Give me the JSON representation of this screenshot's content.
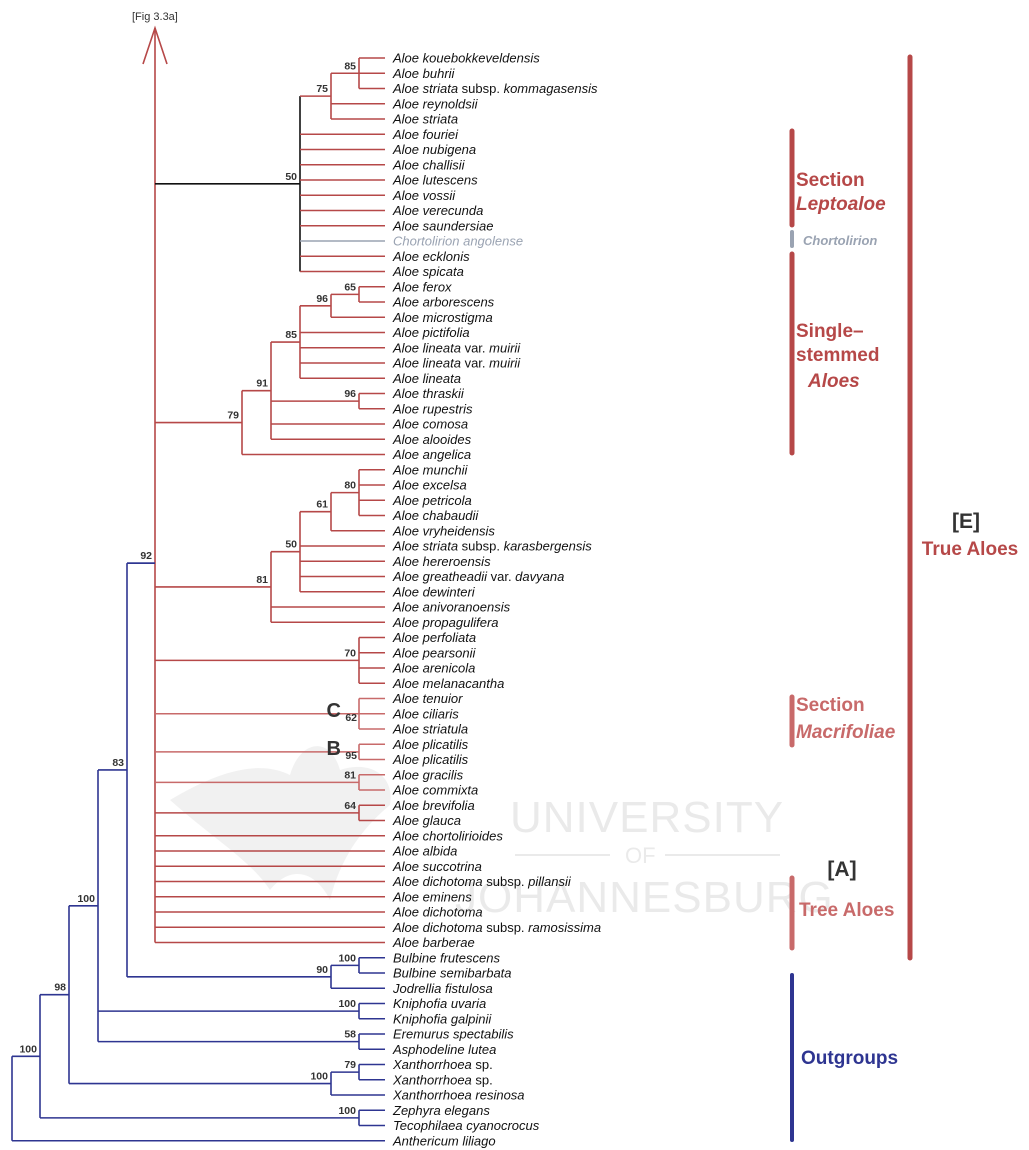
{
  "figure_ref": "[Fig 3.3a]",
  "watermark": {
    "line1": "UNIVERSITY",
    "line2": "OF",
    "line3": "JOHANNESBURG"
  },
  "colors": {
    "aloe": "#b64848",
    "aloe_light": "#c86a6a",
    "outgroup": "#2e3591",
    "chortolirion": "#9aa3b2",
    "clade_50": "#111111",
    "label_gray": "#333333"
  },
  "taxa": [
    {
      "genus": "Aloe",
      "species": "kouebokkeveldensis"
    },
    {
      "genus": "Aloe",
      "species": "buhrii"
    },
    {
      "genus": "Aloe",
      "species": "striata",
      "rank": "subsp.",
      "infra": "kommagasensis"
    },
    {
      "genus": "Aloe",
      "species": "reynoldsii"
    },
    {
      "genus": "Aloe",
      "species": "striata"
    },
    {
      "genus": "Aloe",
      "species": "fouriei"
    },
    {
      "genus": "Aloe",
      "species": "nubigena"
    },
    {
      "genus": "Aloe",
      "species": "challisii"
    },
    {
      "genus": "Aloe",
      "species": "lutescens"
    },
    {
      "genus": "Aloe",
      "species": "vossii"
    },
    {
      "genus": "Aloe",
      "species": "verecunda"
    },
    {
      "genus": "Aloe",
      "species": "saundersiae"
    },
    {
      "genus": "Chortolirion",
      "species": "angolense"
    },
    {
      "genus": "Aloe",
      "species": "ecklonis"
    },
    {
      "genus": "Aloe",
      "species": "spicata"
    },
    {
      "genus": "Aloe",
      "species": "ferox"
    },
    {
      "genus": "Aloe",
      "species": "arborescens"
    },
    {
      "genus": "Aloe",
      "species": "microstigma"
    },
    {
      "genus": "Aloe",
      "species": "pictifolia"
    },
    {
      "genus": "Aloe",
      "species": "lineata",
      "rank": "var.",
      "infra": "muirii"
    },
    {
      "genus": "Aloe",
      "species": "lineata",
      "rank": "var.",
      "infra": "muirii"
    },
    {
      "genus": "Aloe",
      "species": "lineata"
    },
    {
      "genus": "Aloe",
      "species": "thraskii"
    },
    {
      "genus": "Aloe",
      "species": "rupestris"
    },
    {
      "genus": "Aloe",
      "species": "comosa"
    },
    {
      "genus": "Aloe",
      "species": "alooides"
    },
    {
      "genus": "Aloe",
      "species": "angelica"
    },
    {
      "genus": "Aloe",
      "species": "munchii"
    },
    {
      "genus": "Aloe",
      "species": "excelsa"
    },
    {
      "genus": "Aloe",
      "species": "petricola"
    },
    {
      "genus": "Aloe",
      "species": "chabaudii"
    },
    {
      "genus": "Aloe",
      "species": "vryheidensis"
    },
    {
      "genus": "Aloe",
      "species": "striata",
      "rank": "subsp.",
      "infra": "karasbergensis"
    },
    {
      "genus": "Aloe",
      "species": "hereroensis"
    },
    {
      "genus": "Aloe",
      "species": "greatheadii",
      "rank": "var.",
      "infra": "davyana"
    },
    {
      "genus": "Aloe",
      "species": "dewinteri"
    },
    {
      "genus": "Aloe",
      "species": "anivoranoensis"
    },
    {
      "genus": "Aloe",
      "species": "propagulifera"
    },
    {
      "genus": "Aloe",
      "species": "perfoliata"
    },
    {
      "genus": "Aloe",
      "species": "pearsonii"
    },
    {
      "genus": "Aloe",
      "species": "arenicola"
    },
    {
      "genus": "Aloe",
      "species": "melanacantha"
    },
    {
      "genus": "Aloe",
      "species": "tenuior"
    },
    {
      "genus": "Aloe",
      "species": "ciliaris"
    },
    {
      "genus": "Aloe",
      "species": "striatula"
    },
    {
      "genus": "Aloe",
      "species": "plicatilis"
    },
    {
      "genus": "Aloe",
      "species": "plicatilis"
    },
    {
      "genus": "Aloe",
      "species": "gracilis"
    },
    {
      "genus": "Aloe",
      "species": "commixta"
    },
    {
      "genus": "Aloe",
      "species": "brevifolia"
    },
    {
      "genus": "Aloe",
      "species": "glauca"
    },
    {
      "genus": "Aloe",
      "species": "chortolirioides"
    },
    {
      "genus": "Aloe",
      "species": "albida"
    },
    {
      "genus": "Aloe",
      "species": "succotrina"
    },
    {
      "genus": "Aloe",
      "species": "dichotoma",
      "rank": "subsp.",
      "infra": "pillansii"
    },
    {
      "genus": "Aloe",
      "species": "eminens"
    },
    {
      "genus": "Aloe",
      "species": "dichotoma"
    },
    {
      "genus": "Aloe",
      "species": "dichotoma",
      "rank": "subsp.",
      "infra": "ramosissima"
    },
    {
      "genus": "Aloe",
      "species": "barberae"
    },
    {
      "genus": "Bulbine",
      "species": "frutescens"
    },
    {
      "genus": "Bulbine",
      "species": "semibarbata"
    },
    {
      "genus": "Jodrellia",
      "species": "fistulosa"
    },
    {
      "genus": "Kniphofia",
      "species": "uvaria"
    },
    {
      "genus": "Kniphofia",
      "species": "galpinii"
    },
    {
      "genus": "Eremurus",
      "species": "spectabilis"
    },
    {
      "genus": "Asphodeline",
      "species": "lutea"
    },
    {
      "genus": "Xanthorrhoea",
      "species": "sp.",
      "plain_species": true
    },
    {
      "genus": "Xanthorrhoea",
      "species": "sp.",
      "plain_species": true
    },
    {
      "genus": "Xanthorrhoea",
      "species": "resinosa"
    },
    {
      "genus": "Zephyra",
      "species": "elegans"
    },
    {
      "genus": "Tecophilaea",
      "species": "cyanocrocus"
    },
    {
      "genus": "Anthericum",
      "species": "liliago"
    }
  ],
  "support": [
    {
      "value": "85",
      "node": "n85a"
    },
    {
      "value": "75",
      "node": "n75"
    },
    {
      "value": "50",
      "node": "n50a"
    },
    {
      "value": "65",
      "node": "n65"
    },
    {
      "value": "96",
      "node": "n96a"
    },
    {
      "value": "85",
      "node": "n85b"
    },
    {
      "value": "96",
      "node": "n96b"
    },
    {
      "value": "91",
      "node": "n91"
    },
    {
      "value": "79",
      "node": "n79a"
    },
    {
      "value": "80",
      "node": "n80"
    },
    {
      "value": "61",
      "node": "n61"
    },
    {
      "value": "50",
      "node": "n50b"
    },
    {
      "value": "81",
      "node": "n81a"
    },
    {
      "value": "70",
      "node": "n70"
    },
    {
      "value": "62",
      "node": "nC"
    },
    {
      "value": "95",
      "node": "nB"
    },
    {
      "value": "81",
      "node": "n81b"
    },
    {
      "value": "64",
      "node": "n64"
    },
    {
      "value": "92",
      "node": "n92"
    },
    {
      "value": "100",
      "node": "nBul"
    },
    {
      "value": "90",
      "node": "nBJ"
    },
    {
      "value": "83",
      "node": "n83"
    },
    {
      "value": "100",
      "node": "nKni"
    },
    {
      "value": "58",
      "node": "nEre"
    },
    {
      "value": "100",
      "node": "n100a"
    },
    {
      "value": "79",
      "node": "nX"
    },
    {
      "value": "100",
      "node": "nX3"
    },
    {
      "value": "98",
      "node": "n98"
    },
    {
      "value": "100",
      "node": "nZT"
    },
    {
      "value": "100",
      "node": "nRoot"
    }
  ],
  "node_letters": [
    {
      "letter": "C",
      "node": "nC"
    },
    {
      "letter": "B",
      "node": "nB"
    }
  ],
  "groups": [
    {
      "id": "leptoaloe",
      "lines": [
        {
          "text": "Section",
          "italic": false
        },
        {
          "text": "Leptoaloe",
          "italic": true
        }
      ]
    },
    {
      "id": "chortolirion",
      "lines": [
        {
          "text": "Chortolirion",
          "italic": true
        }
      ]
    },
    {
      "id": "single",
      "lines": [
        {
          "text": "Single–",
          "italic": false
        },
        {
          "text": "stemmed",
          "italic": false
        },
        {
          "text": "Aloes",
          "italic": true
        }
      ]
    },
    {
      "id": "macrifoliae",
      "lines": [
        {
          "text": "Section",
          "italic": false
        },
        {
          "text": "Macrifoliae",
          "italic": true
        }
      ]
    },
    {
      "id": "tree",
      "lines": [
        {
          "text": "Tree Aloes",
          "italic": false
        }
      ]
    },
    {
      "id": "outgroups",
      "lines": [
        {
          "text": "Outgroups",
          "italic": false
        }
      ]
    },
    {
      "id": "true",
      "lines": [
        {
          "text": "[E]",
          "italic": false
        },
        {
          "text": "True Aloes",
          "italic": false
        }
      ]
    },
    {
      "id": "A",
      "lines": [
        {
          "text": "[A]",
          "italic": false
        }
      ]
    }
  ]
}
